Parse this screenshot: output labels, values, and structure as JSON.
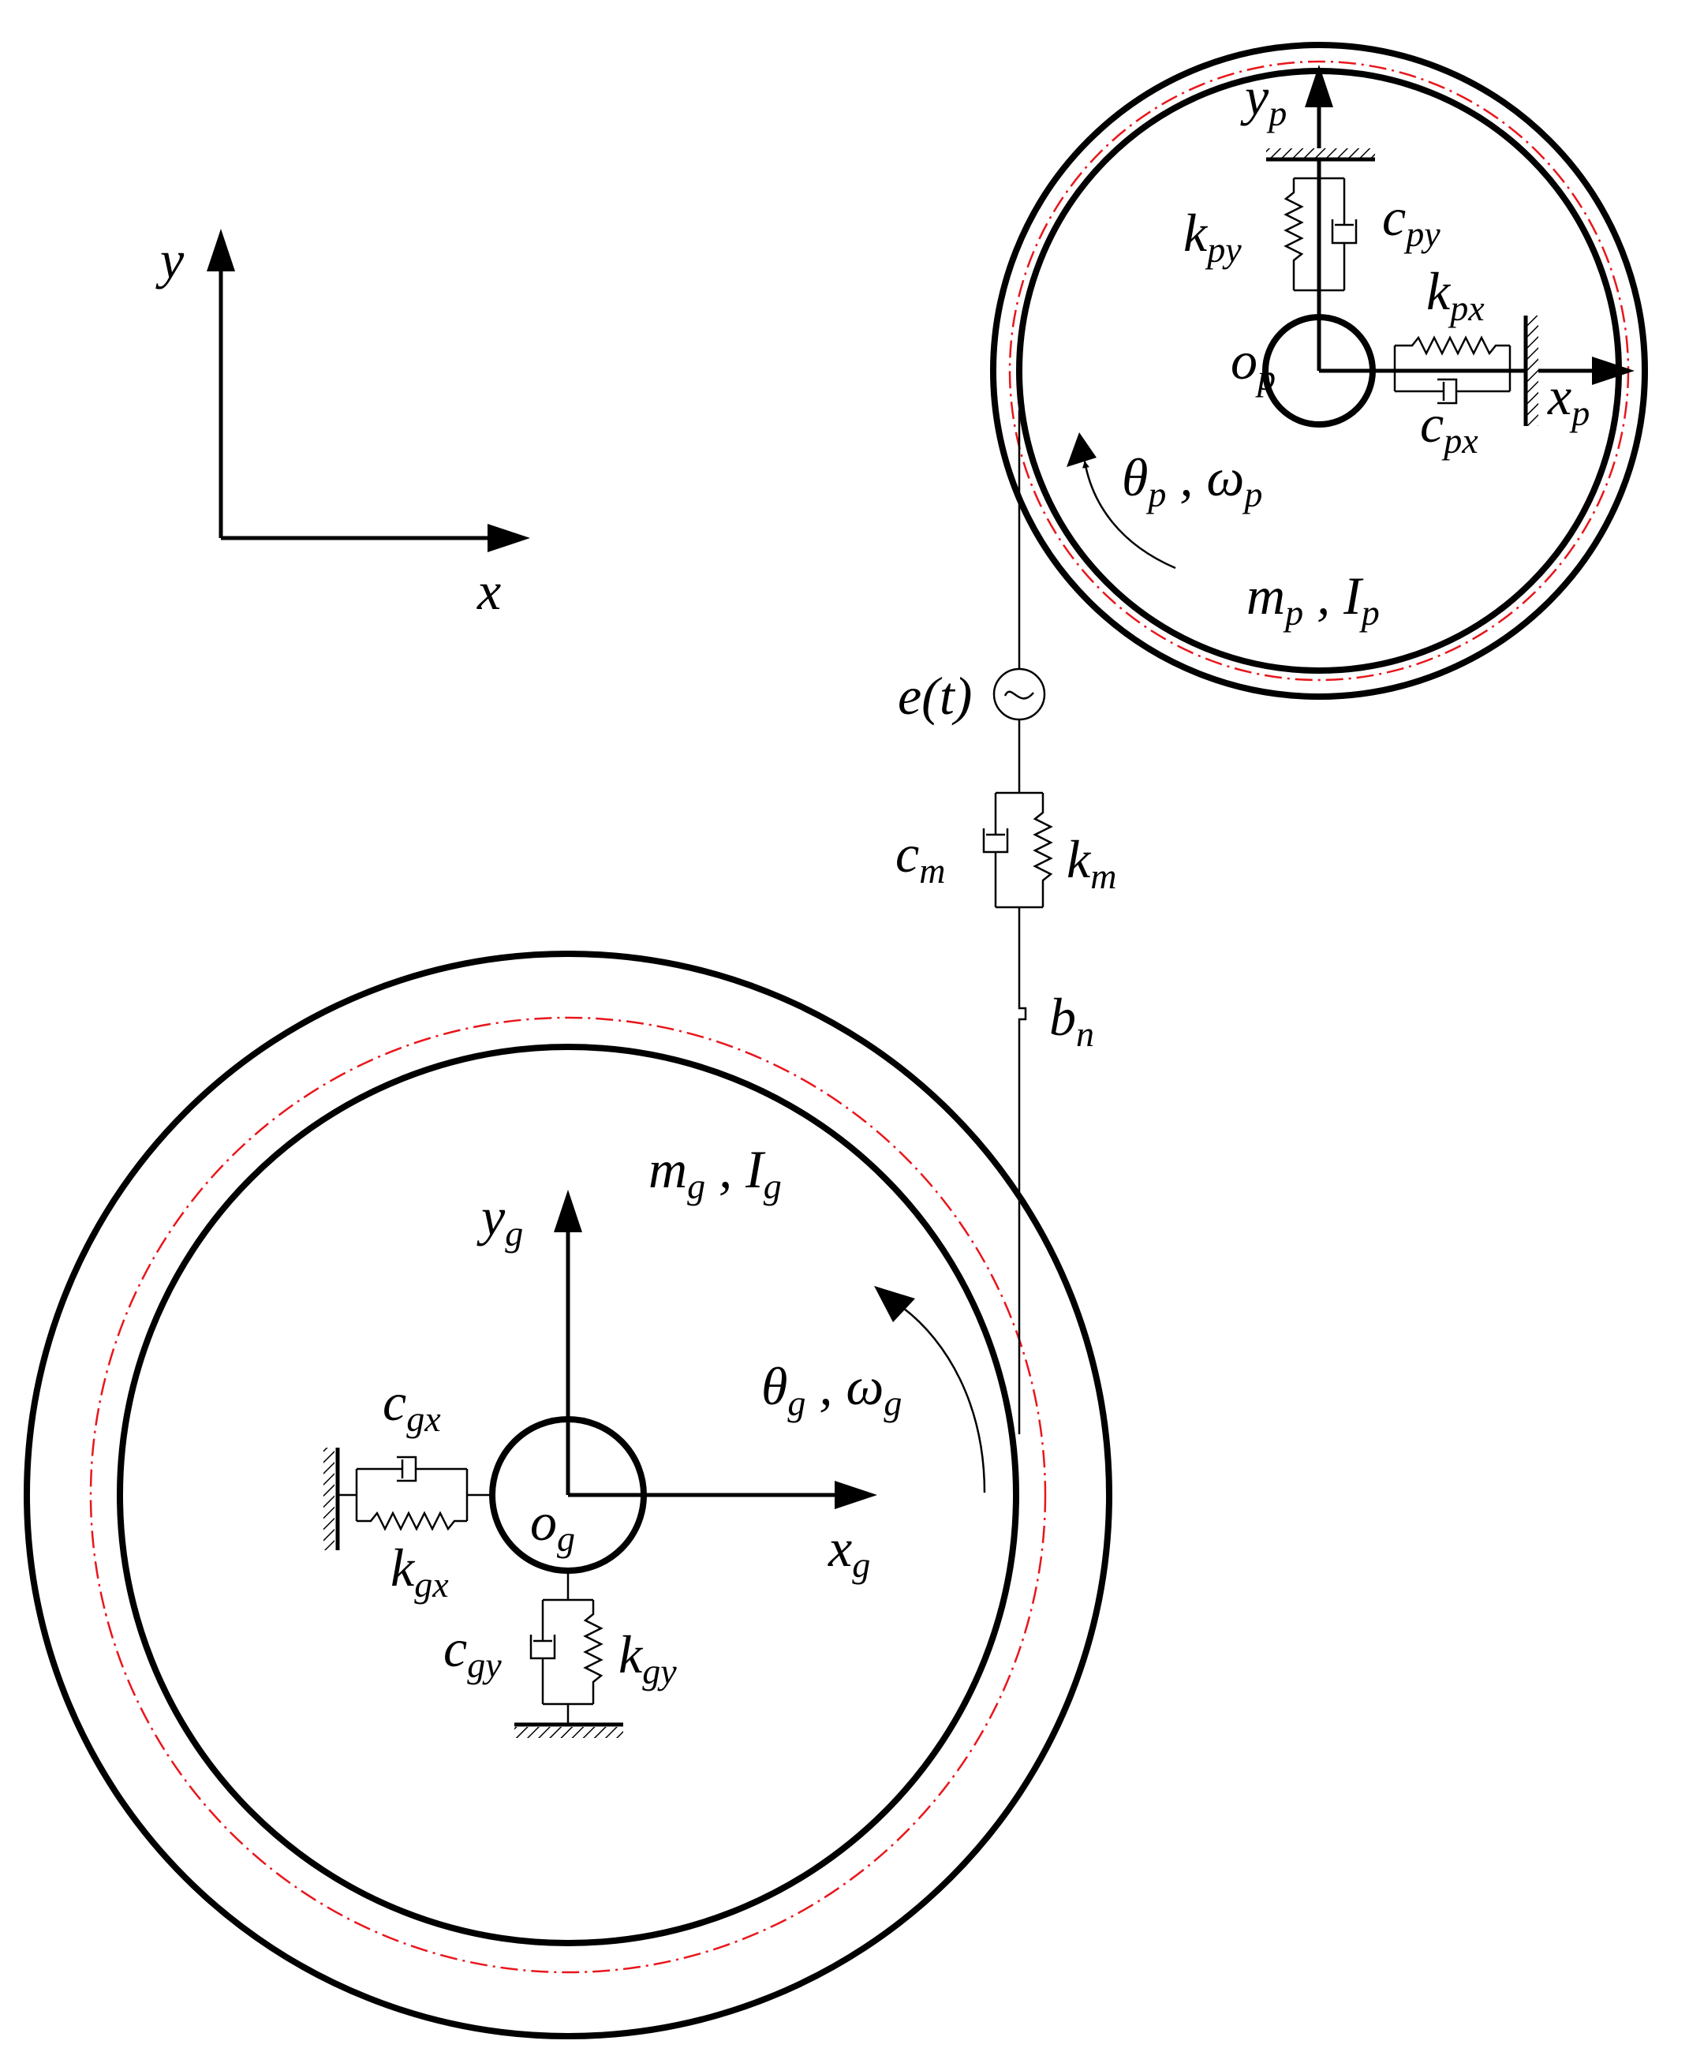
{
  "axes": {
    "x_label": "x",
    "y_label": "y"
  },
  "pinion": {
    "mass_label": {
      "base": "m",
      "sub": "p",
      "sep": " , ",
      "base2": "I",
      "sub2": "p"
    },
    "rotation_label": {
      "base": "θ",
      "sub": "p",
      "sep": " , ",
      "base2": "ω",
      "sub2": "p"
    },
    "center_label": {
      "base": "o",
      "sub": "p"
    },
    "x_axis_label": {
      "base": "x",
      "sub": "p"
    },
    "y_axis_label": {
      "base": "y",
      "sub": "p"
    },
    "kx_label": {
      "base": "k",
      "sub": "px"
    },
    "cx_label": {
      "base": "c",
      "sub": "px"
    },
    "ky_label": {
      "base": "k",
      "sub": "py"
    },
    "cy_label": {
      "base": "c",
      "sub": "py"
    }
  },
  "gear": {
    "mass_label": {
      "base": "m",
      "sub": "g",
      "sep": " , ",
      "base2": "I",
      "sub2": "g"
    },
    "rotation_label": {
      "base": "θ",
      "sub": "g",
      "sep": " , ",
      "base2": "ω",
      "sub2": "g"
    },
    "center_label": {
      "base": "o",
      "sub": "g"
    },
    "x_axis_label": {
      "base": "x",
      "sub": "g"
    },
    "y_axis_label": {
      "base": "y",
      "sub": "g"
    },
    "kx_label": {
      "base": "k",
      "sub": "gx"
    },
    "cx_label": {
      "base": "c",
      "sub": "gx"
    },
    "ky_label": {
      "base": "k",
      "sub": "gy"
    },
    "cy_label": {
      "base": "c",
      "sub": "gy"
    }
  },
  "mesh": {
    "error_label": "e(t)",
    "damping_label": {
      "base": "c",
      "sub": "m"
    },
    "stiffness_label": {
      "base": "k",
      "sub": "m"
    },
    "backlash_label": {
      "base": "b",
      "sub": "n"
    }
  },
  "colors": {
    "line": "#000000",
    "pitch_circle": "#e8161b"
  }
}
